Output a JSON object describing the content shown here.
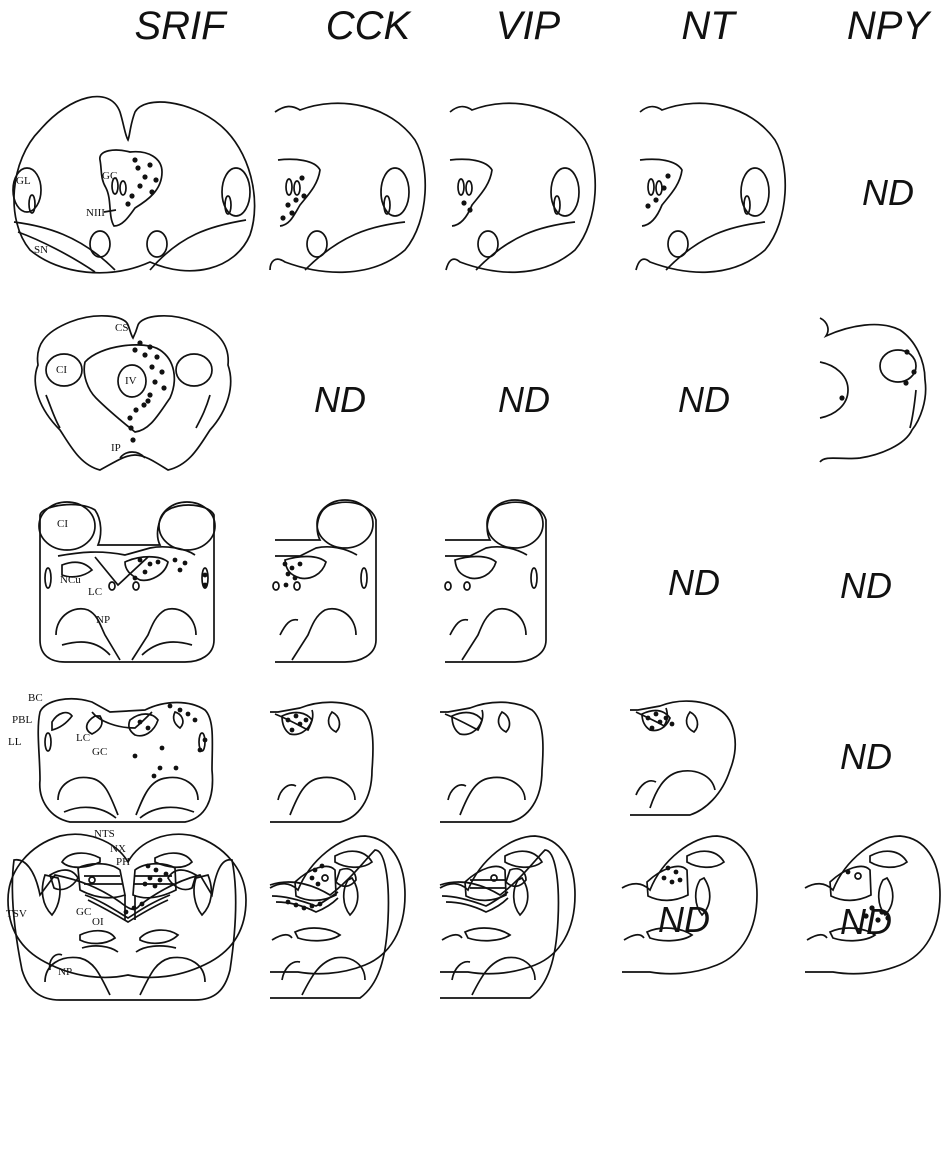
{
  "columns": [
    "SRIF",
    "CCK",
    "VIP",
    "NT",
    "NPY"
  ],
  "nd_label": "ND",
  "labels": {
    "r1": [
      "GL",
      "GC",
      "NIII",
      "SN"
    ],
    "r2": [
      "CS",
      "CI",
      "IV",
      "IP"
    ],
    "r3": [
      "CI",
      "NCu",
      "LC",
      "NP"
    ],
    "r4": [
      "BC",
      "PBL",
      "LL",
      "LC",
      "GC"
    ],
    "r5": [
      "GC",
      "NP"
    ],
    "r6": [
      "NTS",
      "NX",
      "PH",
      "TSV",
      "OI"
    ]
  }
}
